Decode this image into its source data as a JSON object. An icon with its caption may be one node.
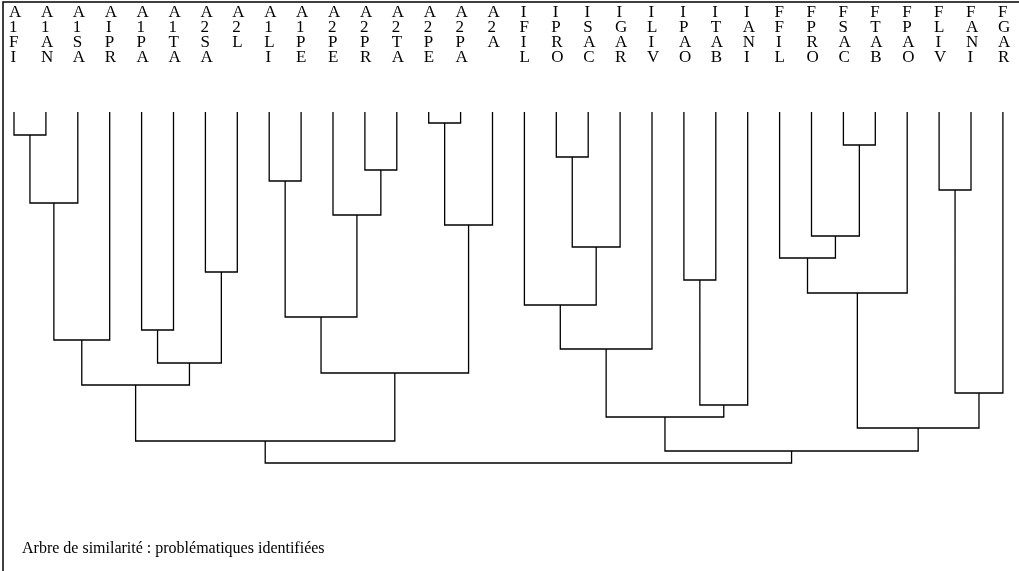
{
  "diagram": {
    "caption": "Arbre de similarité : problématiques identifiées",
    "nodes": [
      {
        "text": [
          "A1FI"
        ]
      },
      {
        "text": [
          "A1AN"
        ]
      },
      {
        "text": [
          "A1SA"
        ]
      },
      {
        "text": [
          "AIPR"
        ]
      },
      {
        "text": [
          "A1PA"
        ]
      },
      {
        "text": [
          "A1TA"
        ]
      },
      {
        "text": [
          "A2SA"
        ]
      },
      {
        "text": [
          "A2L"
        ]
      },
      {
        "text": [
          "A1LI"
        ]
      },
      {
        "text": [
          "A1PE"
        ]
      },
      {
        "text": [
          "A2PE"
        ]
      },
      {
        "text": [
          "A2PR"
        ]
      },
      {
        "text": [
          "A2TA"
        ]
      },
      {
        "text": [
          "A2PE"
        ]
      },
      {
        "text": [
          "A2PA"
        ]
      },
      {
        "text": [
          "A2A"
        ]
      },
      {
        "text": [
          "IFIL"
        ]
      },
      {
        "text": [
          "IPRO"
        ]
      },
      {
        "text": [
          "ISAC"
        ]
      },
      {
        "text": [
          "IGAR"
        ]
      },
      {
        "text": [
          "ILIV"
        ]
      },
      {
        "text": [
          "IPAO"
        ]
      },
      {
        "text": [
          "ITAB"
        ]
      },
      {
        "text": [
          "IANI"
        ]
      },
      {
        "text": [
          "FFIL"
        ]
      },
      {
        "text": [
          "FPRO"
        ]
      },
      {
        "text": [
          "FSAC"
        ]
      },
      {
        "text": [
          "FTAB"
        ]
      },
      {
        "text": [
          "FPAO"
        ]
      },
      {
        "text": [
          "FLIV"
        ]
      },
      {
        "text": [
          "FANI"
        ]
      },
      {
        "text": [
          "FGAR"
        ]
      }
    ]
  }
}
